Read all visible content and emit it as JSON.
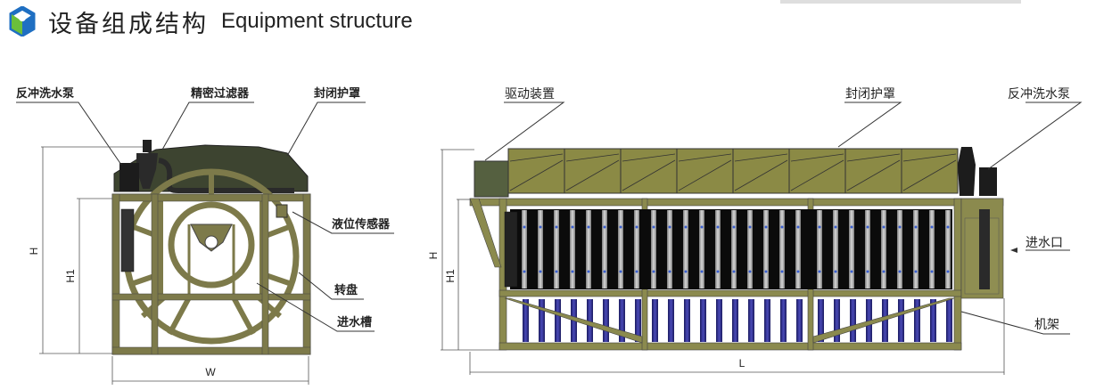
{
  "header": {
    "title_cn": "设备组成结构",
    "title_en": "Equipment structure",
    "logo_icon": "hexagon-logo-icon"
  },
  "colors": {
    "frame_olive": "#7d7a4a",
    "cover_dark": "#3d4430",
    "cover_light": "#8b8a45",
    "filter_blue": "#2f2f8f",
    "pump_black": "#1c1c1c",
    "logo_blue": "#1f6fc2",
    "logo_green": "#6bbf3a"
  },
  "side_view": {
    "labels": {
      "backwash_pump": "反冲洗水泵",
      "precision_filter": "精密过滤器",
      "sealed_cover": "封闭护罩",
      "level_sensor": "液位传感器",
      "turntable": "转盘",
      "inlet_trough": "进水槽"
    },
    "dimensions": {
      "height": "H",
      "height1": "H1",
      "width": "W"
    }
  },
  "front_view": {
    "labels": {
      "drive_unit": "驱动装置",
      "sealed_cover": "封闭护罩",
      "backwash_pump": "反冲洗水泵",
      "water_inlet": "进水口",
      "frame": "机架"
    },
    "dimensions": {
      "height": "H",
      "height1": "H1",
      "length": "L"
    }
  }
}
